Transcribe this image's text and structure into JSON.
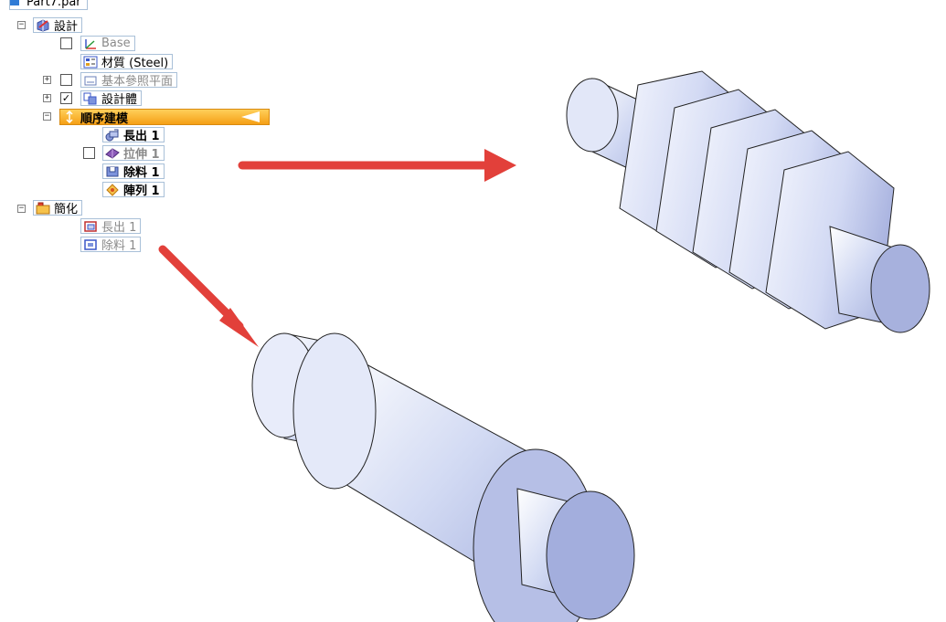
{
  "tree": {
    "file_name": "Part7.par",
    "design": {
      "label": "設計",
      "expander": "−"
    },
    "items": [
      {
        "label": "Base",
        "checked": false,
        "icon": "coordinate-system-icon"
      },
      {
        "label": "材質 (Steel)",
        "icon": "material-icon"
      },
      {
        "label": "基本參照平面",
        "checked": false,
        "expander": "+",
        "icon": "reference-planes-icon"
      },
      {
        "label": "設計體",
        "checked": true,
        "expander": "+",
        "icon": "design-body-icon"
      }
    ],
    "ordered": {
      "label": "順序建模",
      "expander": "−",
      "features": [
        {
          "label": "長出 1",
          "icon": "protrusion-icon"
        },
        {
          "label": "拉伸 1",
          "checked": false,
          "icon": "sweep-icon"
        },
        {
          "label": "除料 1",
          "icon": "cutout-icon"
        },
        {
          "label": "陣列 1",
          "icon": "pattern-icon"
        }
      ]
    },
    "simplify": {
      "label": "簡化",
      "expander": "−",
      "features": [
        {
          "label": "長出 1",
          "icon": "simplify-protrusion-icon"
        },
        {
          "label": "除料 1",
          "icon": "simplify-cutout-icon"
        }
      ]
    }
  },
  "colors": {
    "arrow": "#e2403a",
    "active_node": "#f7a81e",
    "part_light": "#e6ebf9",
    "part_mid": "#c4cdee",
    "part_dark": "#a3aedd"
  }
}
